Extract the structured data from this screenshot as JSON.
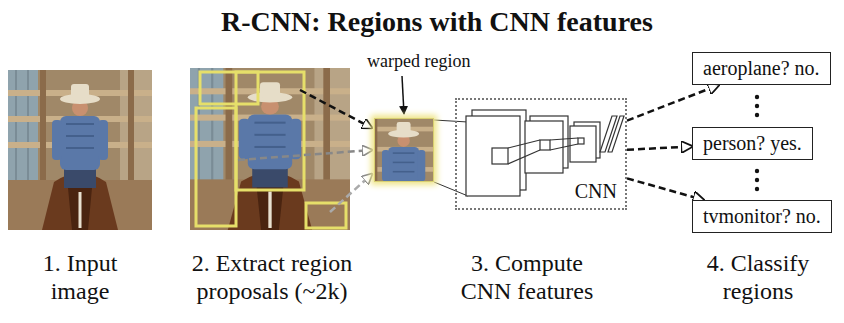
{
  "diagram": {
    "title": "R-CNN: Regions with CNN features",
    "nodes": [
      {
        "text": [
          "warped region"
        ]
      },
      {
        "text": [
          "CNN"
        ]
      },
      {
        "text": [
          "aeroplane? no."
        ]
      },
      {
        "text": [
          "person? yes."
        ]
      },
      {
        "text": [
          "tvmonitor? no."
        ]
      }
    ],
    "edges": [
      {
        "from": 1,
        "to": 2,
        "arrow": "to"
      },
      {
        "from": 1,
        "to": 3,
        "arrow": "to"
      },
      {
        "from": 1,
        "to": 4,
        "arrow": "to"
      }
    ],
    "labels": [
      "1. Input image",
      "2. Extract region proposals (~2k)",
      "3. Compute CNN features",
      "4. Classify regions"
    ]
  }
}
